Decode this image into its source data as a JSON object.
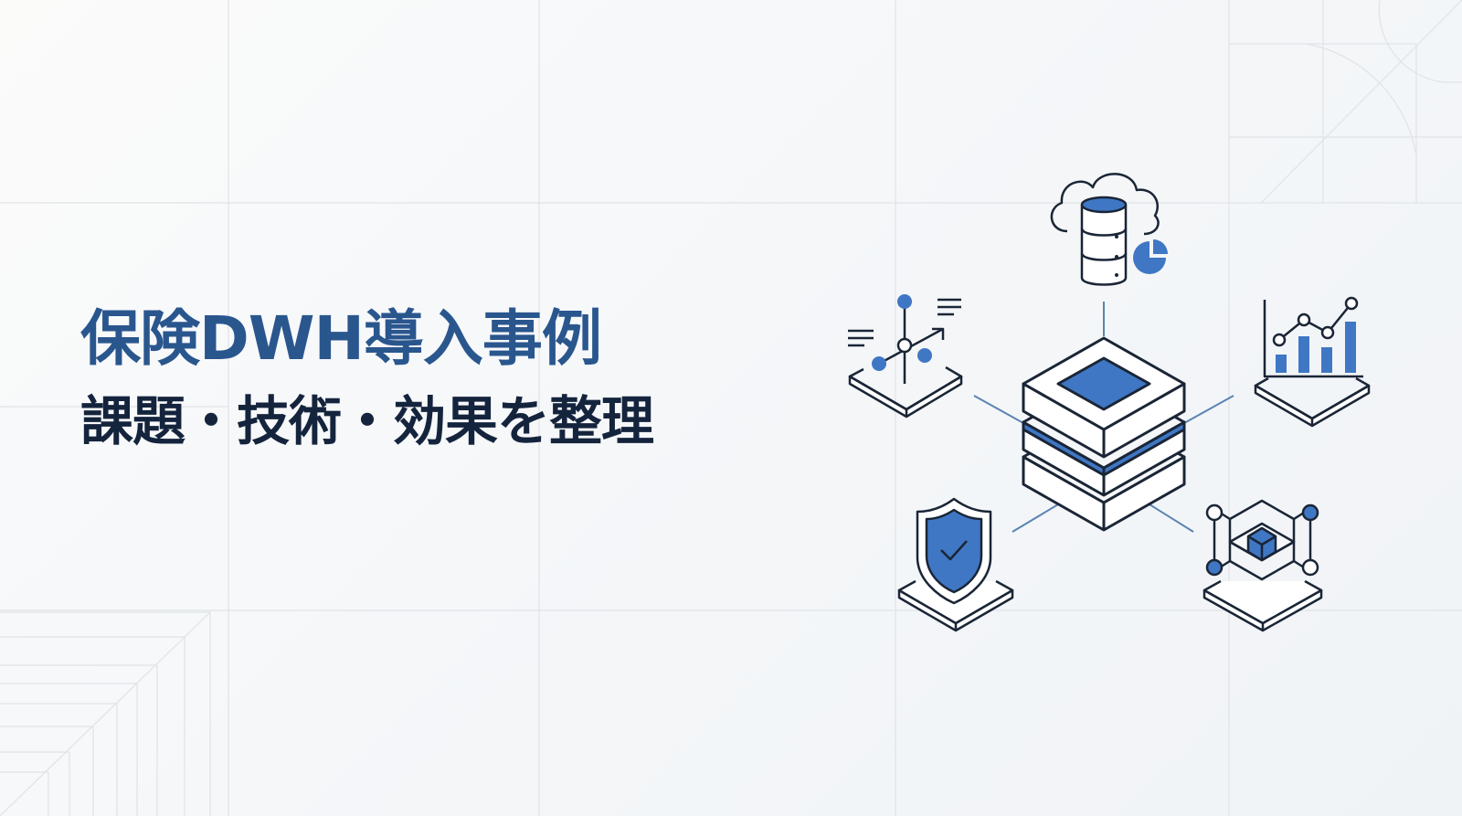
{
  "slide": {
    "title": "保険DWH導入事例",
    "subtitle": "課題・技術・効果を整理"
  },
  "colors": {
    "title": "#2a568e",
    "subtitle": "#15243d",
    "accent": "#3f77c4",
    "stroke": "#1a2536",
    "connector": "#5b83b3",
    "grid": "#dfe2e6"
  },
  "illustration": {
    "center": "dwh-stack-icon",
    "nodes": [
      {
        "name": "cloud-database-icon",
        "position": "top"
      },
      {
        "name": "analytics-network-icon",
        "position": "top-left"
      },
      {
        "name": "bar-line-chart-icon",
        "position": "top-right"
      },
      {
        "name": "security-shield-icon",
        "position": "bottom-left"
      },
      {
        "name": "data-cube-network-icon",
        "position": "bottom-right"
      }
    ]
  }
}
